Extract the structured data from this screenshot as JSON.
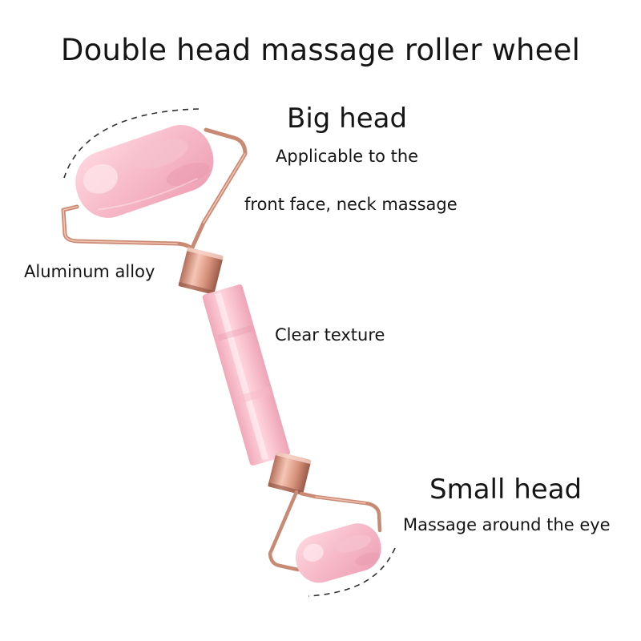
{
  "title": "Double head massage roller wheel",
  "big_head": {
    "title": "Big head",
    "description_line1": "Applicable to the",
    "description_line2": "front face, neck massage"
  },
  "handle": {
    "frame_label": "Aluminum alloy",
    "body_label": "Clear texture"
  },
  "small_head": {
    "title": "Small head",
    "description": "Massage around the eye"
  },
  "colors": {
    "background": "#ffffff",
    "text": "#151515",
    "rose_quartz": "#f4b6c2",
    "rose_gold": "#d79a86"
  }
}
